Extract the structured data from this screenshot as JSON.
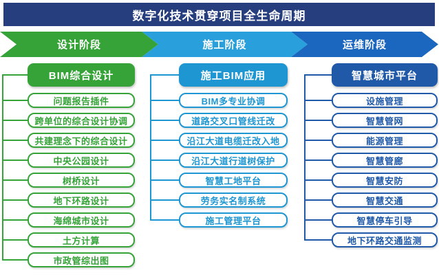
{
  "title": "数字化技术贯穿项目全生命周期",
  "phases": [
    {
      "label": "设计阶段",
      "color": "#36a338"
    },
    {
      "label": "施工阶段",
      "color": "#29a0dc"
    },
    {
      "label": "运维阶段",
      "color": "#1b66bf"
    }
  ],
  "columns": [
    {
      "header": "BIM综合设计",
      "accent": "#35a338",
      "items": [
        "问题报告插件",
        "跨单位的综合设计协调",
        "共建理念下的综合设计",
        "中央公园设计",
        "树桥设计",
        "地下环路设计",
        "海绵城市设计",
        "土方计算",
        "市政管综出图"
      ]
    },
    {
      "header": "施工BIM应用",
      "accent": "#1e96d2",
      "items": [
        "BIM多专业协调",
        "道路交叉口管线迁改",
        "沿江大道电缆迁改入地",
        "沿江大道行道树保护",
        "智慧工地平台",
        "劳务实名制系统",
        "施工管理平台"
      ]
    },
    {
      "header": "智慧城市平台",
      "accent": "#1f59a8",
      "items": [
        "设施管理",
        "智慧管网",
        "能源管理",
        "智慧管廊",
        "智慧安防",
        "智慧交通",
        "智慧停车引导",
        "地下环路交通监测"
      ]
    }
  ],
  "colors": {
    "banner_bg": "#273e7e",
    "background": "#ffffff"
  }
}
